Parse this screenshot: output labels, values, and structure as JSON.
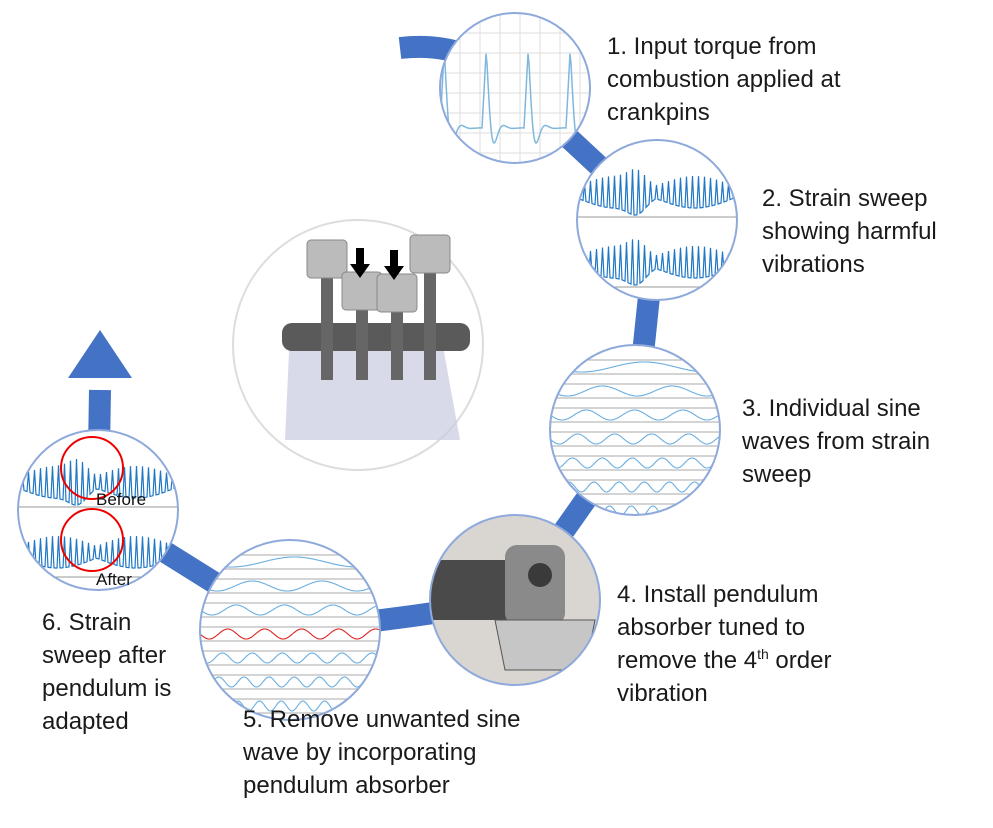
{
  "accent_color": "#4472C4",
  "circle_border_color": "#8EA9DB",
  "wave_color": "#1F77C4",
  "steps": [
    {
      "label": [
        "1. Input torque from",
        "combustion applied at",
        "crankpins"
      ]
    },
    {
      "label": [
        "2. Strain sweep",
        "showing harmful",
        "vibrations"
      ]
    },
    {
      "label": [
        "3. Individual sine",
        "waves from strain",
        "sweep"
      ]
    },
    {
      "label_pre": "4. Install pendulum",
      "label_mid": "absorber tuned to",
      "label_line3_a": "remove the 4",
      "label_line3_sup": "th",
      "label_line3_b": " order",
      "label_line4": "vibration"
    },
    {
      "label": [
        "5. Remove unwanted sine",
        "wave by incorporating",
        "pendulum absorber"
      ]
    },
    {
      "label": [
        "6. Strain",
        "sweep after",
        "pendulum is",
        "adapted"
      ],
      "before": "Before",
      "after": "After"
    }
  ]
}
